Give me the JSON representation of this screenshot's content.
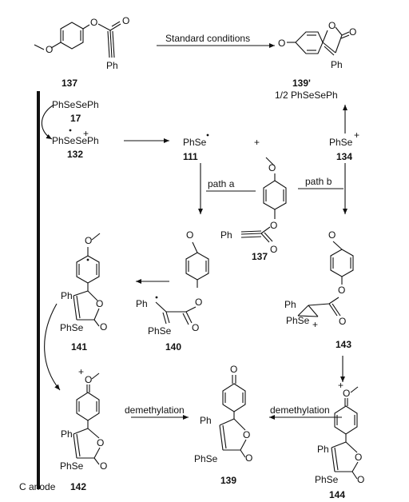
{
  "reaction": {
    "conditions": "Standard conditions",
    "products": {
      "top_product": "139'",
      "byproduct": "1/2 PhSeSePh"
    }
  },
  "electrode": {
    "label": "C anode"
  },
  "compounds": {
    "c137": "137",
    "c17": "17",
    "c132": "132",
    "c111": "111",
    "c134": "134",
    "c141": "141",
    "c140": "140",
    "c143": "143",
    "c142": "142",
    "c139": "139",
    "c144": "144"
  },
  "reagents": {
    "diselenide": "PhSeSePh",
    "radical_cation": "PhSeSePh",
    "phse_radical": "PhSe",
    "phse_cation": "PhSe",
    "plus": "+"
  },
  "paths": {
    "a": "path a",
    "b": "path b"
  },
  "steps": {
    "demethylation_left": "demethylation",
    "demethylation_right": "demethylation"
  },
  "atoms": {
    "ph": "Ph",
    "phse": "PhSe",
    "o": "O"
  }
}
